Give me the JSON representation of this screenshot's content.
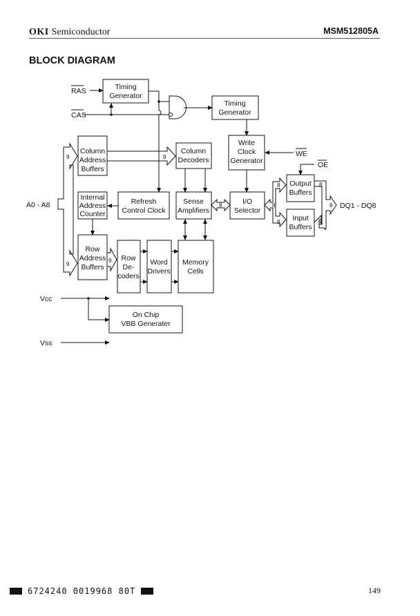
{
  "header": {
    "brand_bold": "OKI",
    "brand_rest": "Semiconductor",
    "part_number": "MSM512805A"
  },
  "title": "BLOCK DIAGRAM",
  "diagram": {
    "signals": {
      "ras": "RAS",
      "cas": "CAS",
      "we": "WE",
      "oe": "OE",
      "address": "A0 - A8",
      "dq": "DQ1 - DQ8",
      "vcc": "Vcc",
      "vss": "Vss"
    },
    "blocks": {
      "timing_gen_1": [
        "Timing",
        "Generator"
      ],
      "timing_gen_2": [
        "Timing",
        "Generator"
      ],
      "write_clock": [
        "Write",
        "Clock",
        "Generator"
      ],
      "col_addr_buf": [
        "Column",
        "Address",
        "Buffers"
      ],
      "col_decoders": [
        "Column",
        "Decoders"
      ],
      "internal_counter": [
        "Internal",
        "Address",
        "Counter"
      ],
      "refresh_clock": [
        "Refresh",
        "Control Clock"
      ],
      "sense_amps": [
        "Sense",
        "Amplifiers"
      ],
      "io_selector": [
        "I/O",
        "Selector"
      ],
      "output_buffers": [
        "Output",
        "Buffers"
      ],
      "input_buffers": [
        "Input",
        "Buffers"
      ],
      "row_addr_buf": [
        "Row",
        "Address",
        "Buffers"
      ],
      "row_decoders": [
        "Row",
        "De-",
        "coders"
      ],
      "word_drivers": [
        "Word",
        "Drivers"
      ],
      "memory_cells": [
        "Memory",
        "Cells"
      ],
      "vbb_gen": [
        "On Chip",
        "VBB Generater"
      ]
    },
    "bus_widths": {
      "col_in": "9",
      "col_out": "9",
      "row_in": "9",
      "row_out": "9",
      "sense_io": "8",
      "io_sel": "8",
      "out_buf_in": "8",
      "in_buf_out": "8",
      "out_buf_out": "8",
      "dq": "8",
      "in_buf_in": "8"
    }
  },
  "footer": {
    "code": "6724240 0019968 80T",
    "page": "149"
  }
}
